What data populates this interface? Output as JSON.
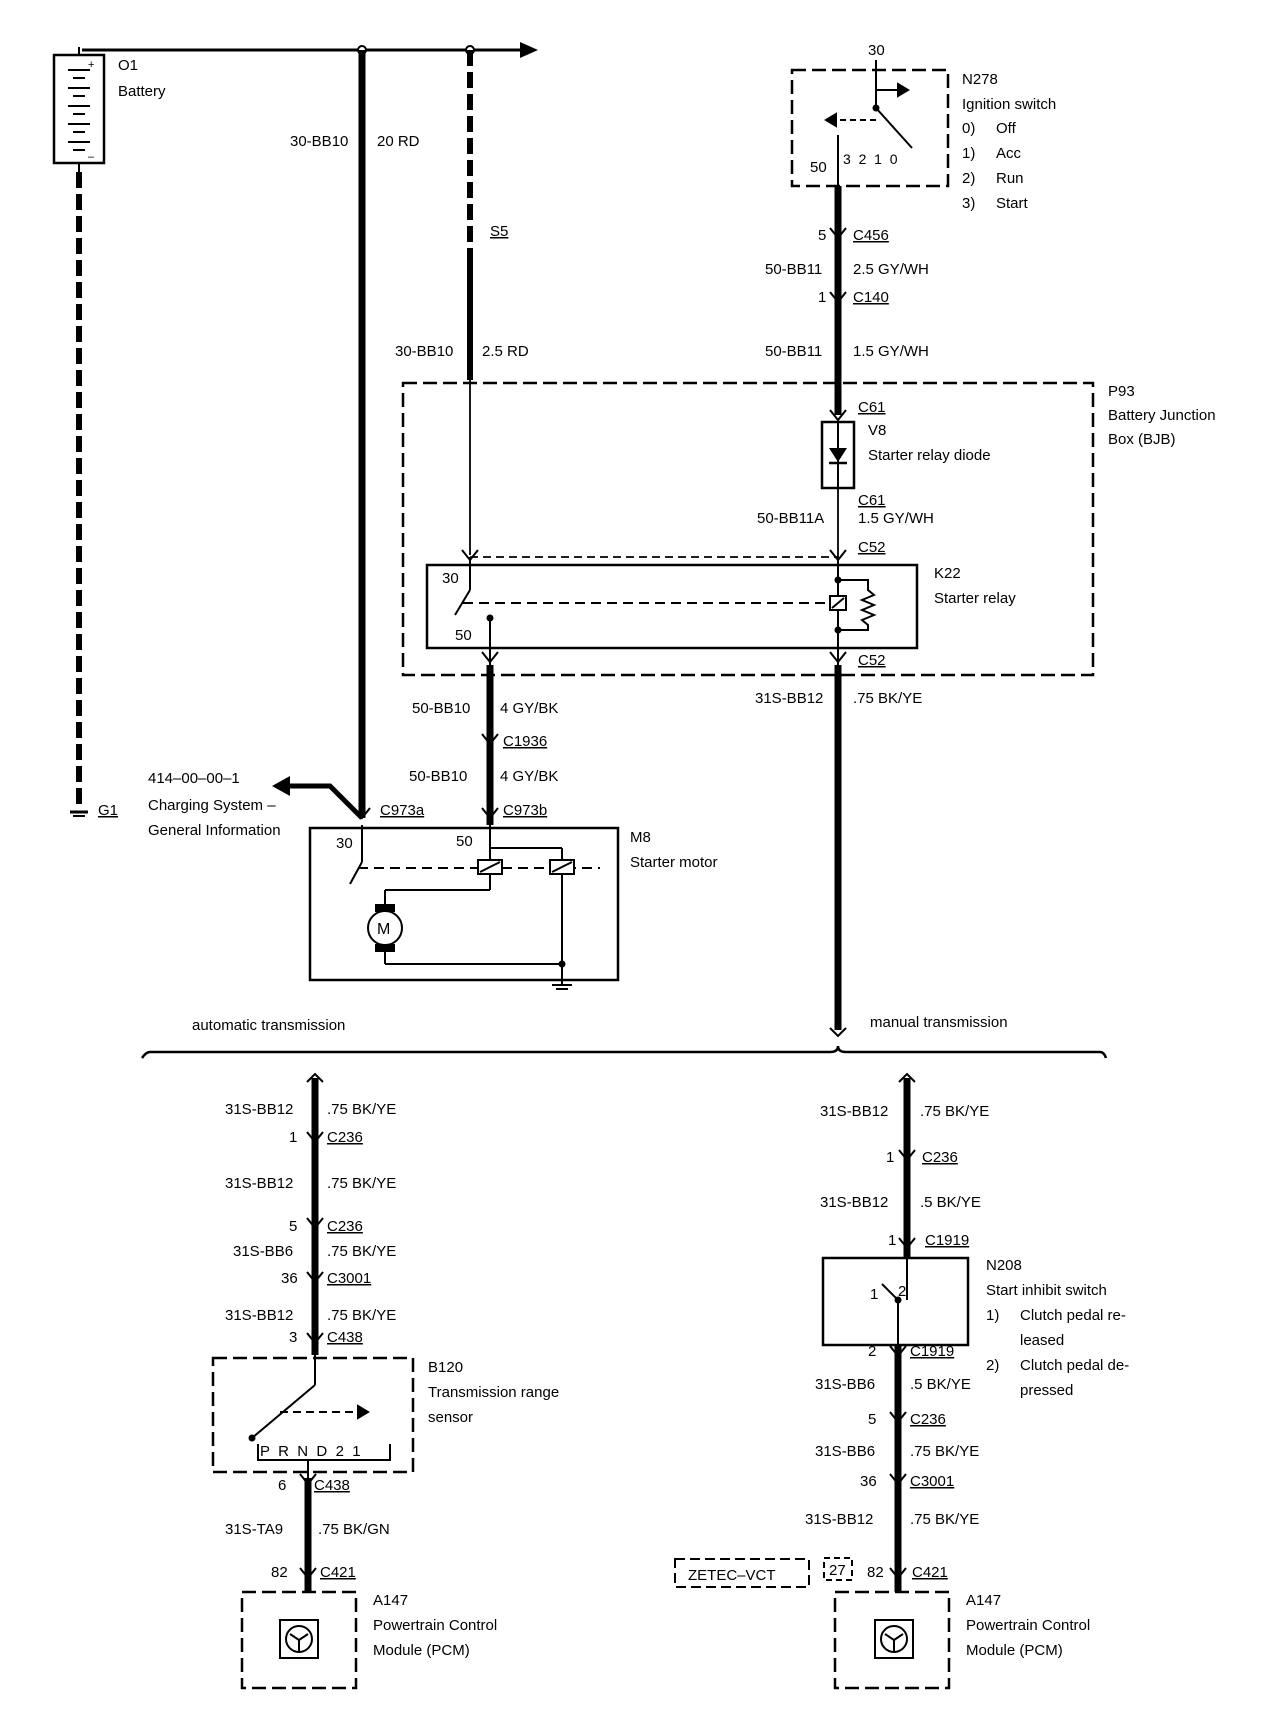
{
  "battery": {
    "id": "O1",
    "name": "Battery"
  },
  "ground_g1": "G1",
  "wires": {
    "w1_circuit": "30-BB10",
    "w1_spec": "20 RD",
    "splice_s5": "S5",
    "w2_circuit": "30-BB10",
    "w2_spec": "2.5 RD",
    "w3_circuit": "50-BB11",
    "w3_spec": "2.5 GY/WH",
    "w4_circuit": "50-BB11",
    "w4_spec": "1.5 GY/WH",
    "w5_circuit": "50-BB11A",
    "w5_spec": "1.5 GY/WH",
    "w6_circuit": "31S-BB12",
    "w6_spec": ".75 BK/YE",
    "w7_circuit": "50-BB10",
    "w7_spec": "4 GY/BK",
    "w8_circuit": "50-BB10",
    "w8_spec": "4 GY/BK"
  },
  "connectors": {
    "c456_pin": "5",
    "c456": "C456",
    "c140_pin": "1",
    "c140": "C140",
    "c61a": "C61",
    "c61b": "C61",
    "c52a": "C52",
    "c52b": "C52",
    "c1936": "C1936",
    "c973a": "C973a",
    "c973b": "C973b"
  },
  "ignition": {
    "id": "N278",
    "name": "Ignition switch",
    "pin_top": "30",
    "pin_50": "50",
    "positions": "3  2  1  0",
    "legend": [
      {
        "num": "0)",
        "text": "Off"
      },
      {
        "num": "1)",
        "text": "Acc"
      },
      {
        "num": "2)",
        "text": "Run"
      },
      {
        "num": "3)",
        "text": "Start"
      }
    ]
  },
  "bjb": {
    "id": "P93",
    "name1": "Battery Junction",
    "name2": "Box (BJB)"
  },
  "diode": {
    "id": "V8",
    "name": "Starter relay diode"
  },
  "relay": {
    "id": "K22",
    "name": "Starter relay",
    "pin30": "30",
    "pin50": "50"
  },
  "starter": {
    "id": "M8",
    "name": "Starter motor",
    "pin30": "30",
    "pin50": "50",
    "motor": "M"
  },
  "charging": {
    "ref": "414–00–00–1",
    "line1": "Charging System –",
    "line2": "General Information"
  },
  "sections": {
    "auto": "automatic transmission",
    "manual": "manual transmission"
  },
  "auto": {
    "r1_circuit": "31S-BB12",
    "r1_spec": ".75 BK/YE",
    "p1": "1",
    "c1": "C236",
    "r2_circuit": "31S-BB12",
    "r2_spec": ".75 BK/YE",
    "p2": "5",
    "c2": "C236",
    "r3_circuit": "31S-BB6",
    "r3_spec": ".75 BK/YE",
    "p3": "36",
    "c3": "C3001",
    "r4_circuit": "31S-BB12",
    "r4_spec": ".75 BK/YE",
    "p4": "3",
    "c4": "C438",
    "sensor_id": "B120",
    "sensor_l1": "Transmission range",
    "sensor_l2": "sensor",
    "gears": "P  R  N  D  2  1",
    "p5": "6",
    "c5": "C438",
    "r5_circuit": "31S-TA9",
    "r5_spec": ".75 BK/GN",
    "p6": "82",
    "c6": "C421",
    "pcm_id": "A147",
    "pcm_l1": "Powertrain Control",
    "pcm_l2": "Module (PCM)"
  },
  "manual": {
    "r1_circuit": "31S-BB12",
    "r1_spec": ".75 BK/YE",
    "p1": "1",
    "c1": "C236",
    "r2_circuit": "31S-BB12",
    "r2_spec": ".5 BK/YE",
    "p2": "1",
    "c2": "C1919",
    "switch_id": "N208",
    "switch_name": "Start inhibit switch",
    "sw_pin1": "1",
    "sw_pin2": "2",
    "legend": [
      {
        "num": "1)",
        "l1": "Clutch pedal re-",
        "l2": "leased"
      },
      {
        "num": "2)",
        "l1": "Clutch pedal de-",
        "l2": "pressed"
      }
    ],
    "p3": "2",
    "c3": "C1919",
    "r3_circuit": "31S-BB6",
    "r3_spec": ".5 BK/YE",
    "p4": "5",
    "c4": "C236",
    "r4_circuit": "31S-BB6",
    "r4_spec": ".75 BK/YE",
    "p5": "36",
    "c5": "C3001",
    "r5_circuit": "31S-BB12",
    "r5_spec": ".75 BK/YE",
    "zetec": "ZETEC–VCT",
    "zetec_pin": "27",
    "p6": "82",
    "c6": "C421",
    "pcm_id": "A147",
    "pcm_l1": "Powertrain Control",
    "pcm_l2": "Module (PCM)"
  }
}
